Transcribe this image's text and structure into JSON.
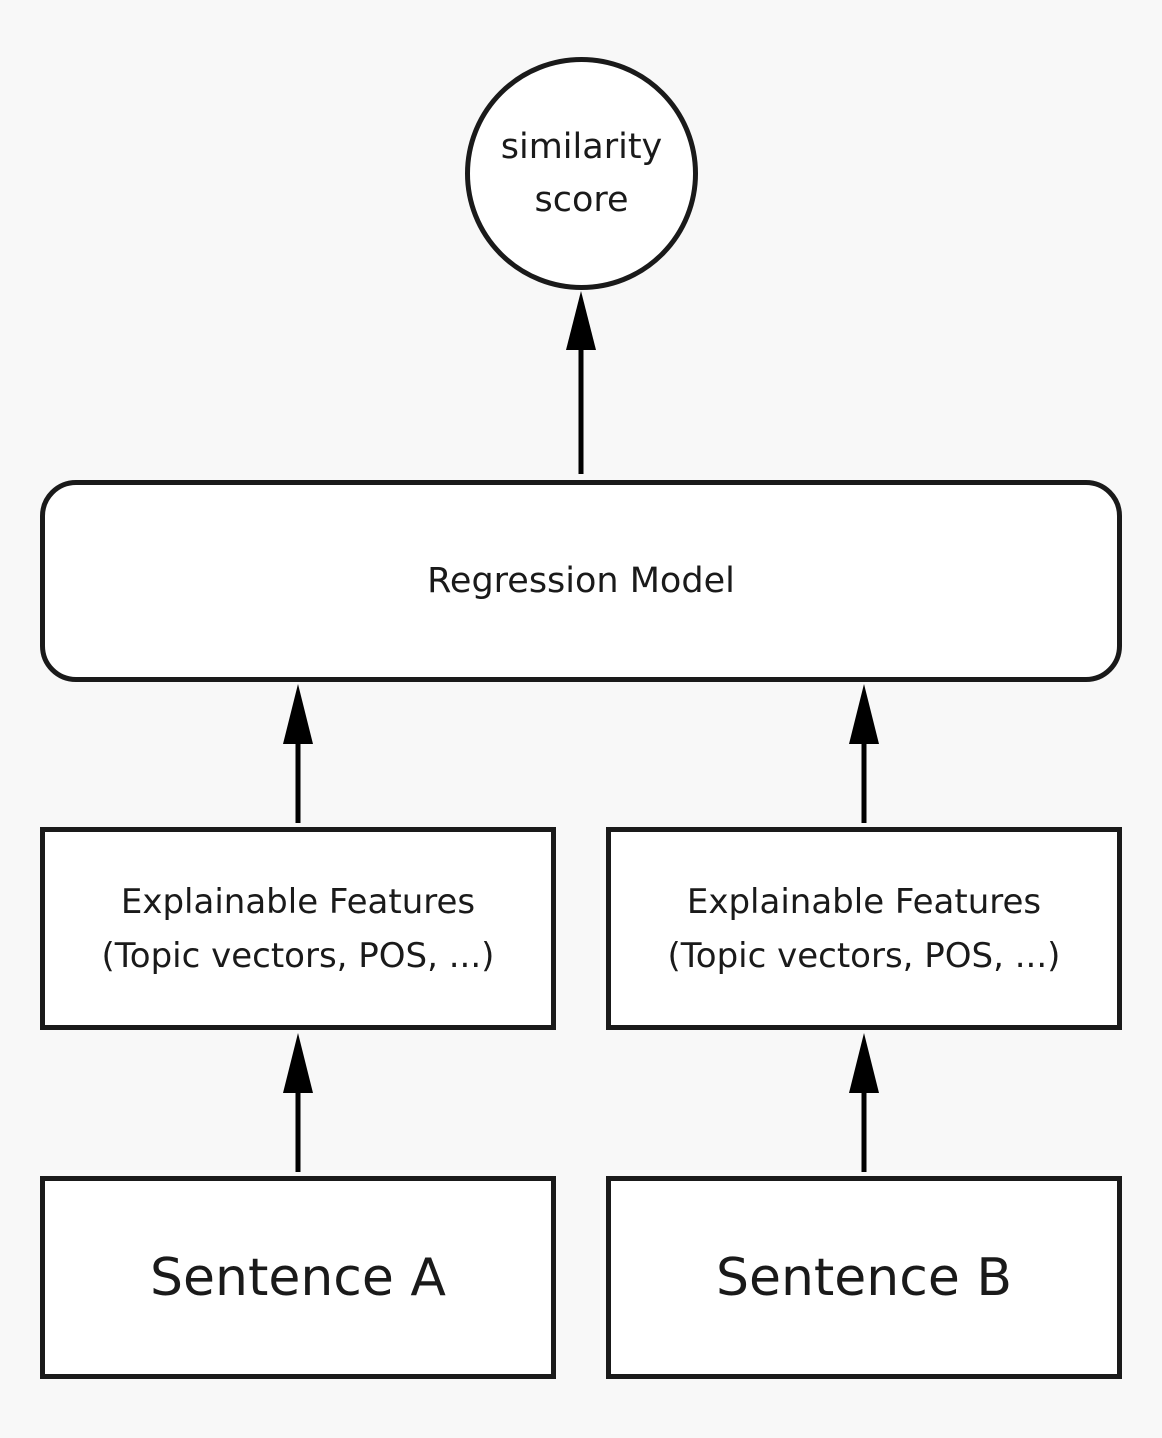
{
  "diagram": {
    "output_node": {
      "line1": "similarity",
      "line2": "score"
    },
    "model_node": {
      "label": "Regression Model"
    },
    "feature_nodes": [
      {
        "line1": "Explainable Features",
        "line2": "(Topic vectors, POS, ...)"
      },
      {
        "line1": "Explainable Features",
        "line2": "(Topic vectors, POS, ...)"
      }
    ],
    "input_nodes": [
      {
        "label": "Sentence A"
      },
      {
        "label": "Sentence B"
      }
    ],
    "edges": [
      {
        "from": "Regression Model",
        "to": "similarity score"
      },
      {
        "from": "Explainable Features (A)",
        "to": "Regression Model"
      },
      {
        "from": "Explainable Features (B)",
        "to": "Regression Model"
      },
      {
        "from": "Sentence A",
        "to": "Explainable Features (A)"
      },
      {
        "from": "Sentence B",
        "to": "Explainable Features (B)"
      }
    ],
    "colors": {
      "stroke": "#1a1a1a",
      "background": "#f8f8f8",
      "node_fill": "#ffffff"
    }
  }
}
